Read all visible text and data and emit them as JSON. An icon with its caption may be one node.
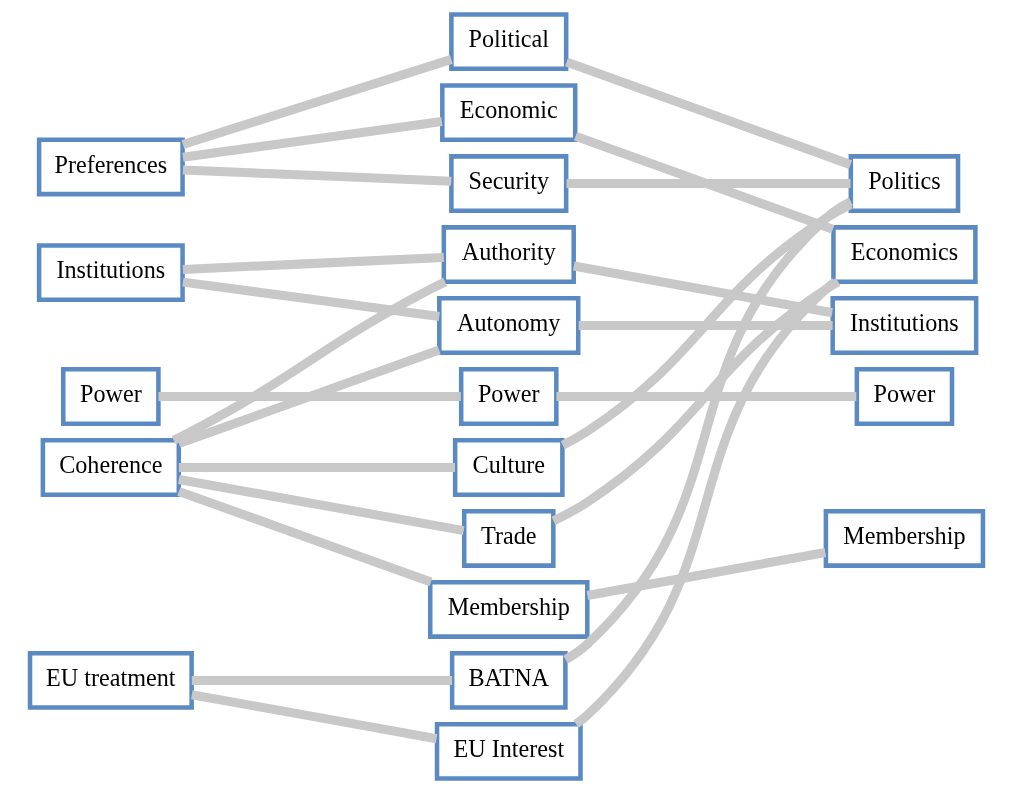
{
  "diagram": {
    "nodes": [
      {
        "text": [
          "Preferences"
        ]
      },
      {
        "text": [
          "Institutions"
        ]
      },
      {
        "text": [
          "Power"
        ]
      },
      {
        "text": [
          "Coherence"
        ]
      },
      {
        "text": [
          "EU treatment"
        ]
      },
      {
        "text": [
          "Political"
        ]
      },
      {
        "text": [
          "Economic"
        ]
      },
      {
        "text": [
          "Security"
        ]
      },
      {
        "text": [
          "Authority"
        ]
      },
      {
        "text": [
          "Autonomy"
        ]
      },
      {
        "text": [
          "Power"
        ]
      },
      {
        "text": [
          "Culture"
        ]
      },
      {
        "text": [
          "Trade"
        ]
      },
      {
        "text": [
          "Membership"
        ]
      },
      {
        "text": [
          "BATNA"
        ]
      },
      {
        "text": [
          "EU Interest"
        ]
      },
      {
        "text": [
          "Politics"
        ]
      },
      {
        "text": [
          "Economics"
        ]
      },
      {
        "text": [
          "Institutions"
        ]
      },
      {
        "text": [
          "Power"
        ]
      },
      {
        "text": [
          "Membership"
        ]
      }
    ],
    "edges": [
      {
        "from": 0,
        "to": 5,
        "arrow": "none"
      },
      {
        "from": 0,
        "to": 6,
        "arrow": "none"
      },
      {
        "from": 0,
        "to": 7,
        "arrow": "none"
      },
      {
        "from": 1,
        "to": 8,
        "arrow": "none"
      },
      {
        "from": 1,
        "to": 9,
        "arrow": "none"
      },
      {
        "from": 2,
        "to": 10,
        "arrow": "none"
      },
      {
        "from": 3,
        "to": 8,
        "arrow": "none"
      },
      {
        "from": 3,
        "to": 9,
        "arrow": "none"
      },
      {
        "from": 3,
        "to": 11,
        "arrow": "none"
      },
      {
        "from": 3,
        "to": 12,
        "arrow": "none"
      },
      {
        "from": 3,
        "to": 13,
        "arrow": "none"
      },
      {
        "from": 4,
        "to": 14,
        "arrow": "none"
      },
      {
        "from": 4,
        "to": 15,
        "arrow": "none"
      },
      {
        "from": 5,
        "to": 16,
        "arrow": "none"
      },
      {
        "from": 6,
        "to": 17,
        "arrow": "none"
      },
      {
        "from": 7,
        "to": 16,
        "arrow": "none"
      },
      {
        "from": 8,
        "to": 18,
        "arrow": "none"
      },
      {
        "from": 9,
        "to": 18,
        "arrow": "none"
      },
      {
        "from": 10,
        "to": 19,
        "arrow": "none"
      },
      {
        "from": 11,
        "to": 16,
        "arrow": "none"
      },
      {
        "from": 12,
        "to": 17,
        "arrow": "none"
      },
      {
        "from": 13,
        "to": 20,
        "arrow": "none"
      },
      {
        "from": 14,
        "to": 16,
        "arrow": "none"
      },
      {
        "from": 15,
        "to": 17,
        "arrow": "none"
      }
    ]
  }
}
